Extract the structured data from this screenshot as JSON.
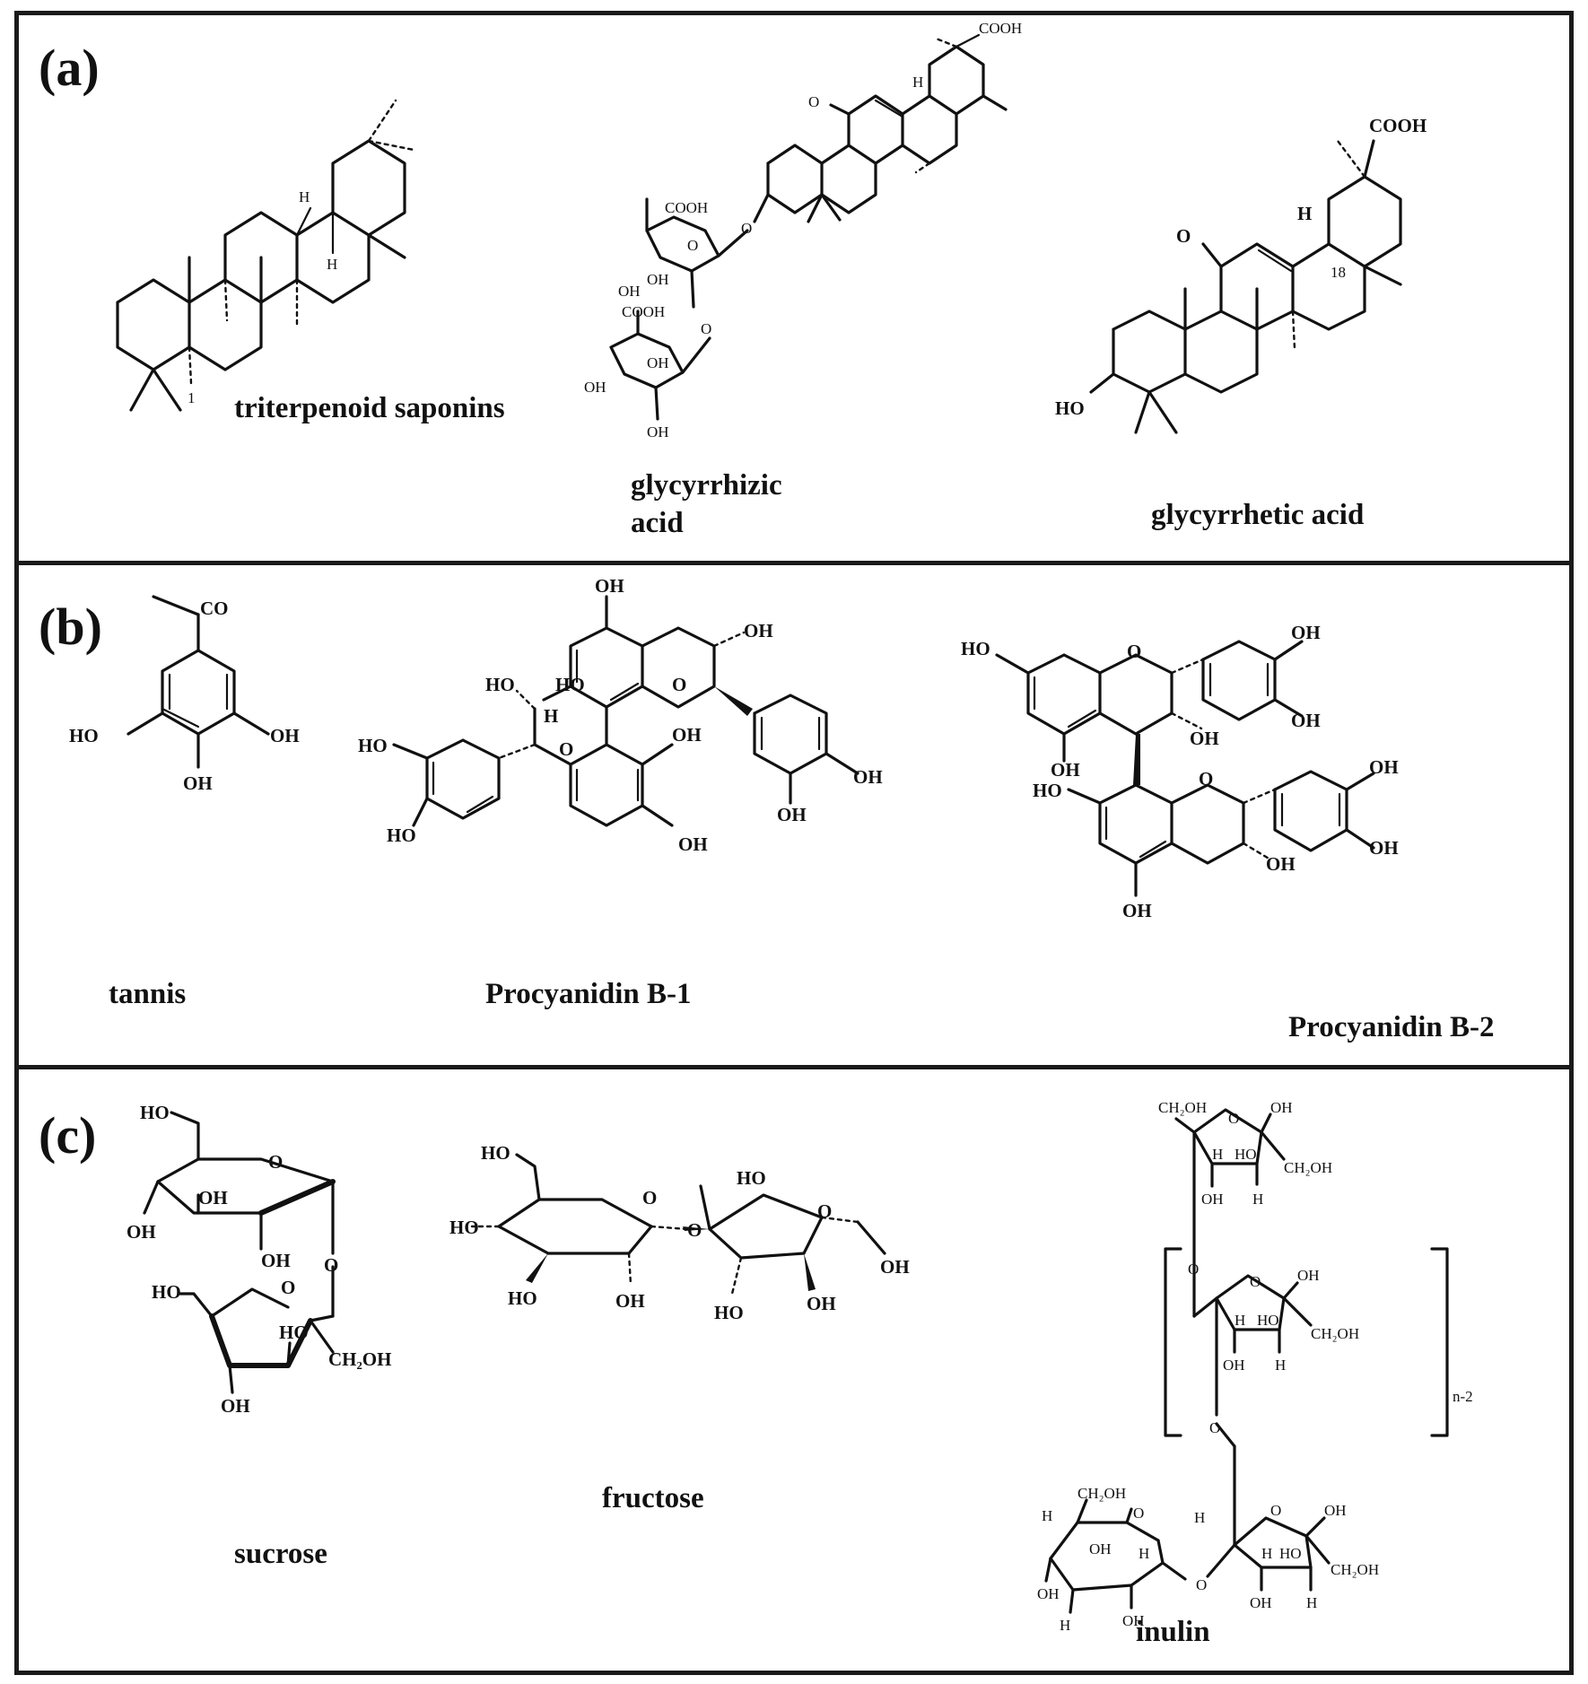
{
  "figure": {
    "panels": [
      {
        "label": "(a)",
        "compounds": [
          {
            "name": "triterpenoid saponins"
          },
          {
            "name_line1": "glycyrrhizic",
            "name_line2": "acid"
          },
          {
            "name": "glycyrrhetic acid"
          }
        ]
      },
      {
        "label": "(b)",
        "compounds": [
          {
            "name": "tannis"
          },
          {
            "name": "Procyanidin B-1"
          },
          {
            "name": "Procyanidin B-2"
          }
        ]
      },
      {
        "label": "(c)",
        "compounds": [
          {
            "name": "sucrose"
          },
          {
            "name": "fructose"
          },
          {
            "name": "inulin"
          }
        ]
      }
    ],
    "atom_labels": {
      "oh": "OH",
      "ho": "HO",
      "o": "O",
      "h": "H",
      "co": "CO",
      "cooh": "COOH",
      "ch2oh": "CH₂OH",
      "ho_c": "HO",
      "num18": "18",
      "n2": "n-2",
      "one": "1"
    }
  }
}
